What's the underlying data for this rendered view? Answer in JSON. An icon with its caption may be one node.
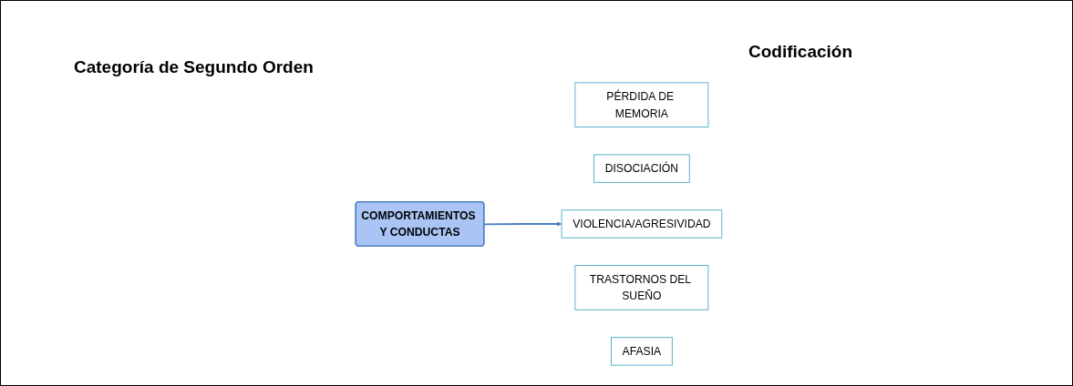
{
  "diagram": {
    "nodes": [
      {
        "text": [
          "COMPORTAMIENTOS Y CONDUCTAS"
        ]
      },
      {
        "text": [
          "PÉRDIDA DE MEMORIA"
        ]
      },
      {
        "text": [
          "DISOCIACIÓN"
        ]
      },
      {
        "text": [
          "VIOLENCIA/AGRESIVIDAD"
        ]
      },
      {
        "text": [
          "TRASTORNOS DEL SUEÑO"
        ]
      },
      {
        "text": [
          "AFASIA"
        ]
      }
    ],
    "edges": [
      {
        "from": 0,
        "to": 3,
        "arrow": "to"
      }
    ],
    "labels": [
      "Categoría de Segundo Orden",
      "Codificación"
    ]
  }
}
